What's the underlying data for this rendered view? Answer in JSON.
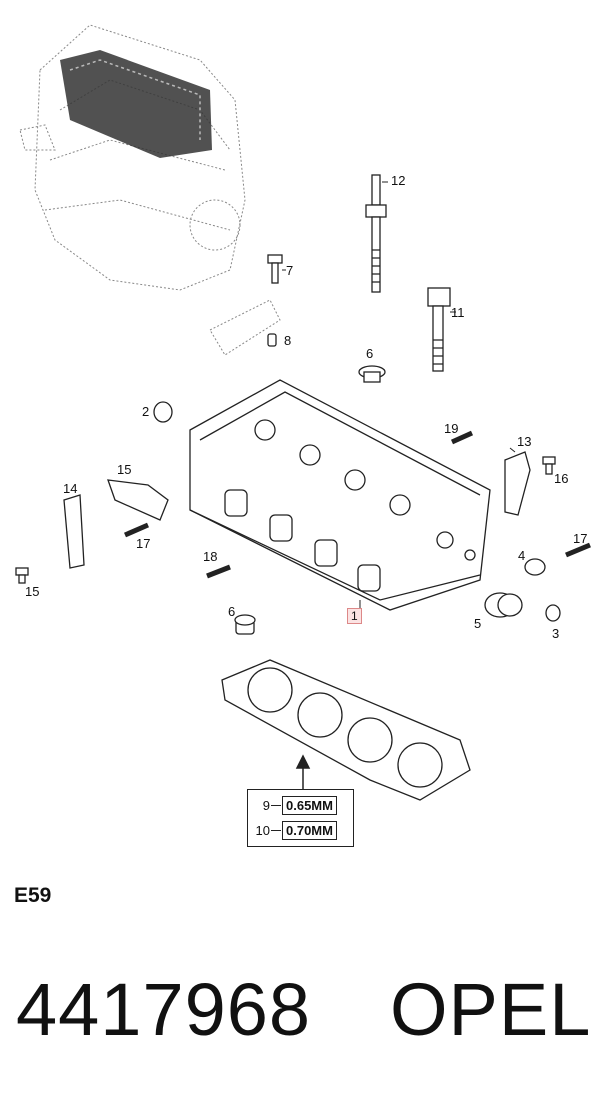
{
  "callouts": {
    "c1": "1",
    "c2": "2",
    "c3": "3",
    "c4": "4",
    "c5": "5",
    "c6a": "6",
    "c6b": "6",
    "c7": "7",
    "c8": "8",
    "c11": "11",
    "c12": "12",
    "c13": "13",
    "c14": "14",
    "c15a": "15",
    "c15b": "15",
    "c16": "16",
    "c17a": "17",
    "c17b": "17",
    "c18": "18",
    "c19": "19"
  },
  "gasket_spec": [
    {
      "item": "9",
      "thickness": "0.65MM"
    },
    {
      "item": "10",
      "thickness": "0.70MM"
    }
  ],
  "section_code": "E59",
  "part_number": "4417968",
  "brand": "OPEL",
  "colors": {
    "line": "#222222",
    "highlight_fill": "#fbe3e3",
    "highlight_border": "#dd8888"
  }
}
